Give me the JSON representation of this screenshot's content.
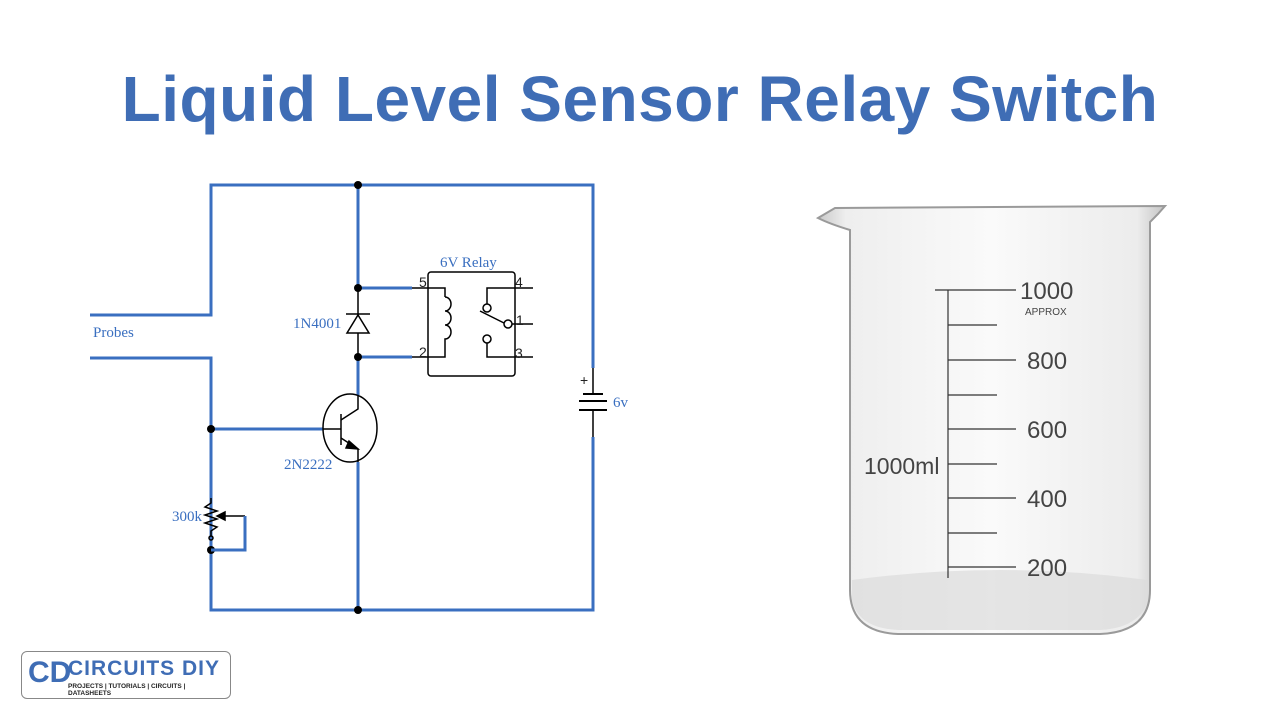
{
  "title": "Liquid Level Sensor Relay Switch",
  "circuit": {
    "probes_label": "Probes",
    "diode_label": "1N4001",
    "relay_label": "6V Relay",
    "relay_pins": [
      "5",
      "2",
      "4",
      "1",
      "3"
    ],
    "transistor_label": "2N2222",
    "pot_label": "300k",
    "battery_label": "6v",
    "battery_plus": "+"
  },
  "beaker": {
    "marks": [
      "1000",
      "800",
      "600",
      "400",
      "200"
    ],
    "approx": "APPROX",
    "capacity": "1000ml"
  },
  "logo": {
    "name": "CIRCUITS DIY",
    "tagline": "PROJECTS | TUTORIALS | CIRCUITS | DATASHEETS"
  },
  "colors": {
    "title": "#3f6db5",
    "wire": "#3a6fc0"
  }
}
